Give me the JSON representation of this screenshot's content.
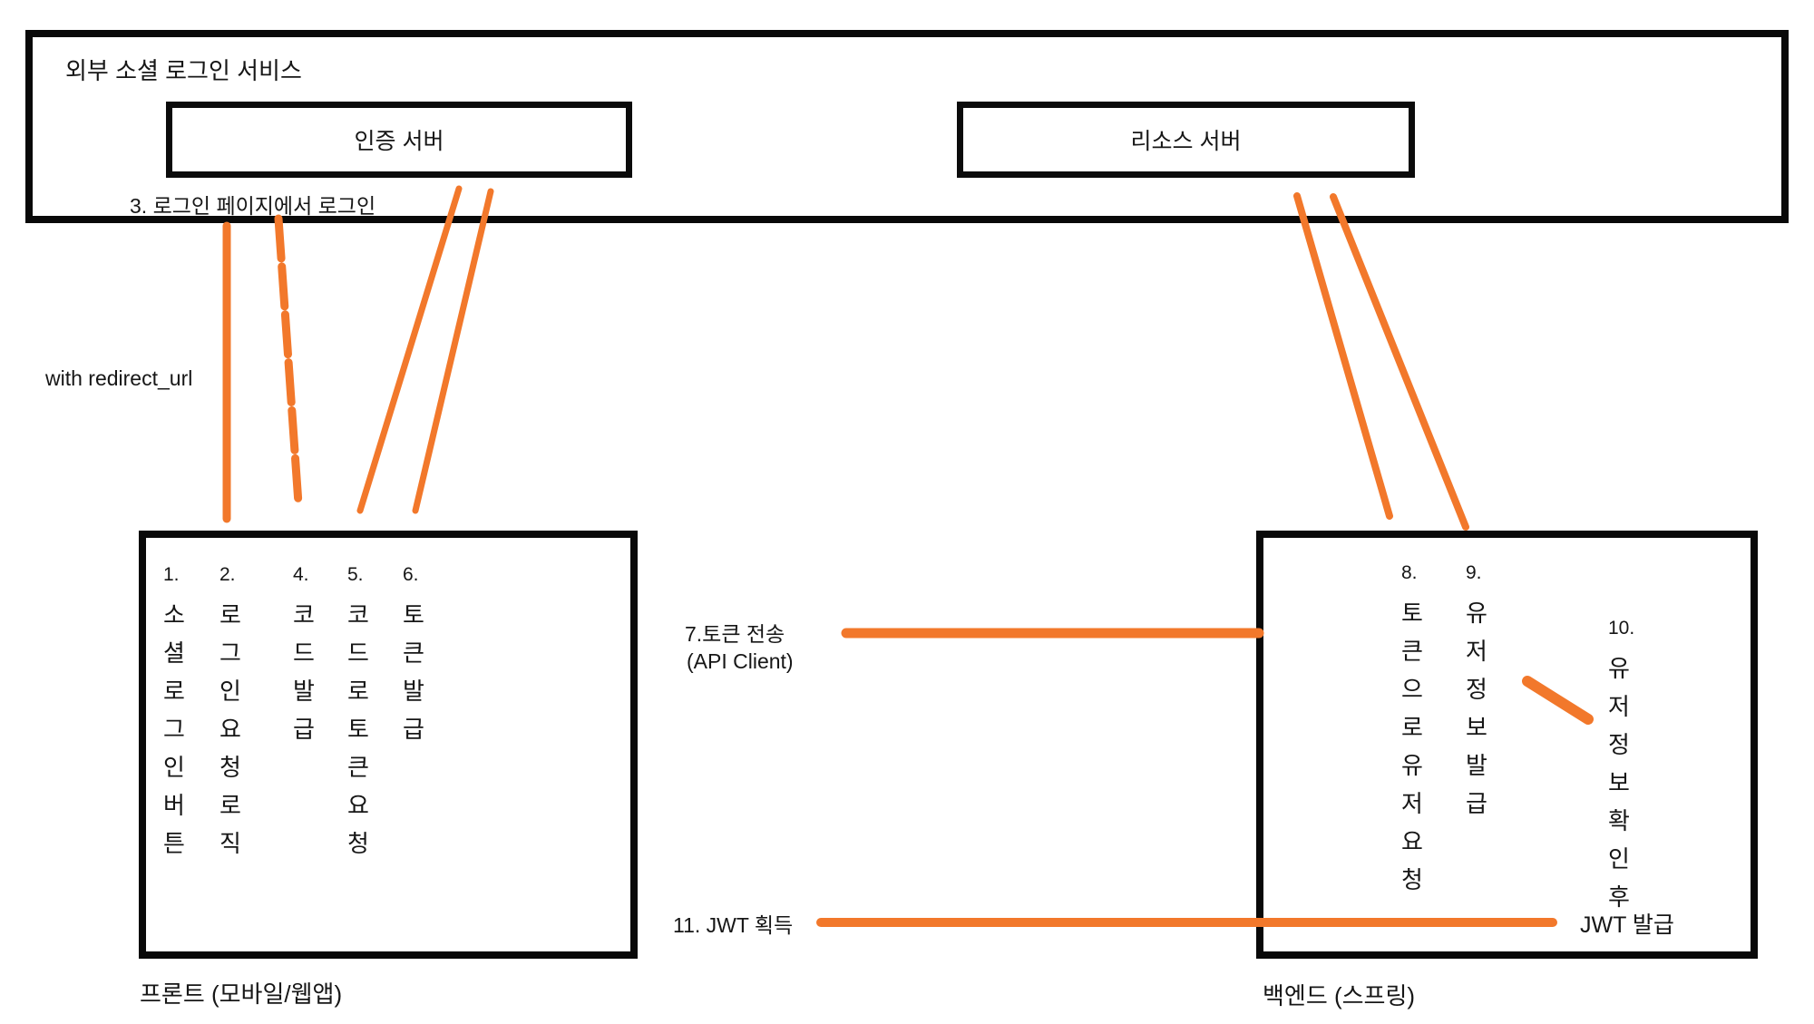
{
  "colors": {
    "orange": "#F2782B",
    "border_black": "#090909",
    "text": "#161616"
  },
  "external_service": {
    "title": "외부 소셜 로그인 서비스",
    "auth_server_label": "인증 서버",
    "resource_server_label": "리소스 서버"
  },
  "annotations": {
    "step3": "3. 로그인 페이지에서 로그인",
    "redirect": "with redirect_url",
    "step7": "7.토큰 전송",
    "api_client": "(API Client)",
    "step11": "11. JWT 획득",
    "jwt_issue": "JWT 발급"
  },
  "front": {
    "label": "프론트 (모바일/웹앱)",
    "columns": [
      {
        "num": "1.",
        "text": "소셜로그인버튼"
      },
      {
        "num": "2.",
        "text": "로그인요청로직"
      },
      {
        "num": "4.",
        "text": "코드발급"
      },
      {
        "num": "5.",
        "text": "코드로토큰요청"
      },
      {
        "num": "6.",
        "text": "토큰발급"
      }
    ]
  },
  "backend": {
    "label": "백엔드 (스프링)",
    "columns": [
      {
        "num": "8.",
        "text": "토큰으로유저요청"
      },
      {
        "num": "9.",
        "text": "유저정보발급"
      },
      {
        "num": "10.",
        "text": "유저정보확인후"
      }
    ]
  }
}
